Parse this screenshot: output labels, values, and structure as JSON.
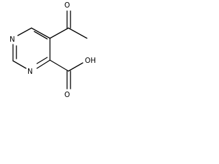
{
  "structure": {
    "atoms": {
      "ring_n_top": "N",
      "ring_n_bottom": "N",
      "carbonyl_o": "O",
      "acid_oh": "OH",
      "acid_o": "O"
    }
  }
}
